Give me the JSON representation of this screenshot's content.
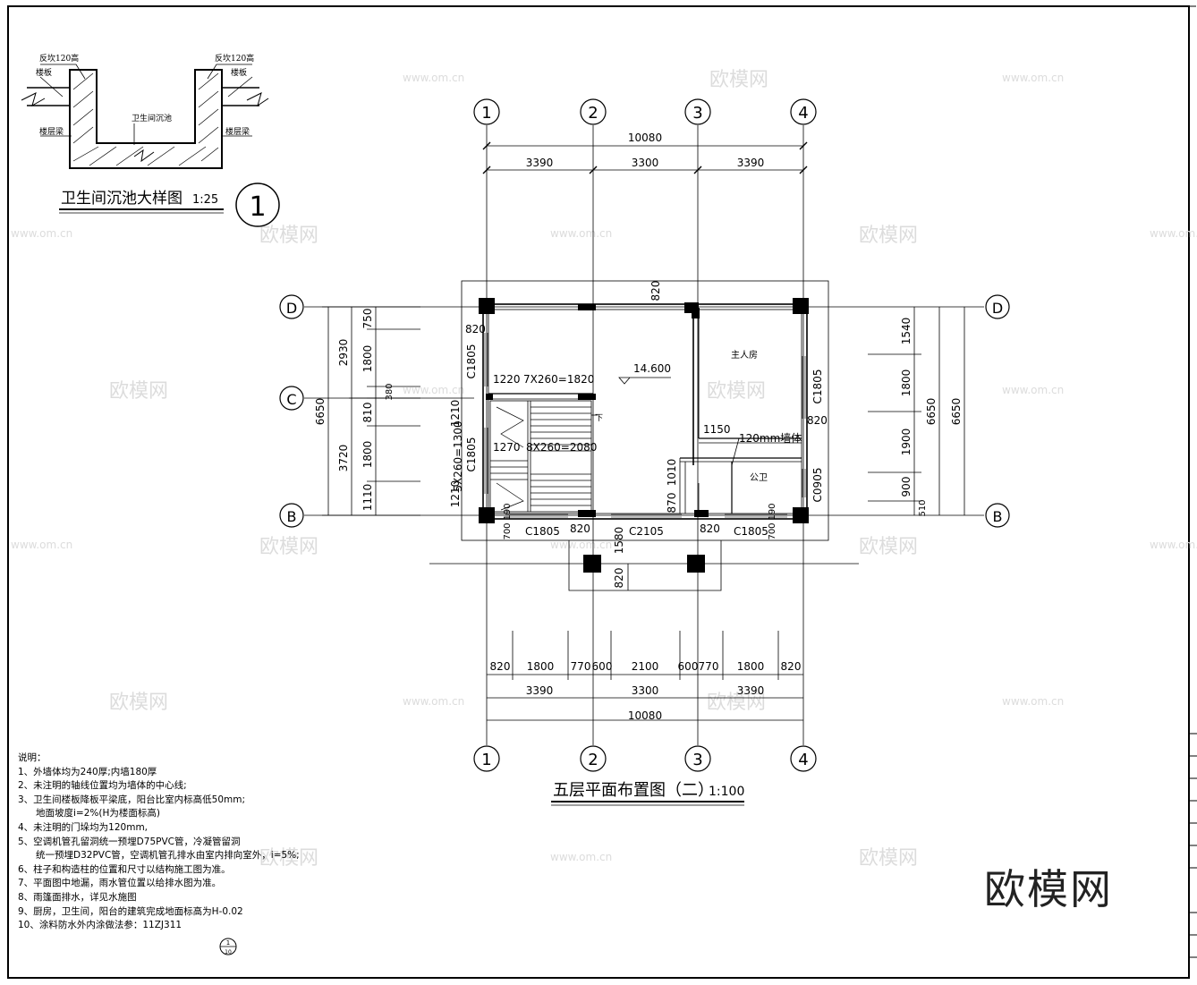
{
  "detail": {
    "title": "卫生间沉池大样图",
    "scale": "1:25",
    "number": "1",
    "labels": {
      "left_top": "反坎120高",
      "right_top": "反坎120高",
      "left_slab": "楼板",
      "right_slab": "楼板",
      "pit": "卫生间沉池",
      "left_beam": "楼层梁",
      "right_beam": "楼层梁"
    }
  },
  "plan": {
    "title": "五层平面布置图（二）",
    "scale": "1:100",
    "axes_h": [
      "1",
      "2",
      "3",
      "4"
    ],
    "axes_v": [
      "D",
      "C",
      "B"
    ],
    "top_dims": {
      "total": "10080",
      "parts": [
        "3390",
        "3300",
        "3390"
      ]
    },
    "bottom_dims": {
      "detail": [
        "820",
        "1800",
        "770",
        "600",
        "2100",
        "600",
        "770",
        "1800",
        "820"
      ],
      "parts": [
        "3390",
        "3300",
        "3390"
      ],
      "total": "10080"
    },
    "left_dims": {
      "total": "6650",
      "parts": [
        "2930",
        "3720"
      ],
      "detail": [
        "750",
        "1800",
        "380",
        "810",
        "1800",
        "1110"
      ]
    },
    "right_dims": {
      "total_outer": "6650",
      "total_inner": "6650",
      "detail": [
        "1540",
        "1800",
        "1900",
        "900",
        "510"
      ]
    },
    "elevation": "14.600",
    "rooms": {
      "master_bedroom": "主人房",
      "bathroom": "公卫"
    },
    "stair": {
      "upper": "7X260=1820",
      "upper_offset": "1220",
      "lower": "8X260=2080",
      "lower_offset": "1270",
      "side": "5X260=1300",
      "side_a": "1210",
      "side_b": "1210",
      "down": "下"
    },
    "wall_note": "120mm墙体",
    "windows": {
      "left_upper": "C1805",
      "left_lower": "C1805",
      "right_upper": "C1805",
      "right_lower": "C0905",
      "bottom_left": "C1805",
      "bottom_mid": "C2105",
      "bottom_right": "C1805"
    },
    "misc_dims": {
      "d820_top": "820",
      "d820_left": "820",
      "d820_right": "820",
      "d1150": "1150",
      "d1010": "1010",
      "d870": "870",
      "d190_left": "190",
      "d190_right": "190",
      "d700_left": "700",
      "d700_right": "700",
      "d820_bl": "820",
      "d820_br": "820",
      "d1580": "1580",
      "d820_canopy": "820"
    }
  },
  "notes": {
    "heading": "说明：",
    "items": [
      "1、外墙体均为240厚;内墙180厚",
      "2、未注明的轴线位置均为墙体的中心线;",
      "3、卫生间楼板降板平梁底，阳台比室内标高低50mm;",
      "地面坡度i=2%(H为楼面标高)",
      "4、未注明的门垛均为120mm,",
      "5、空调机管孔留洞统一预埋D75PVC管，冷凝管留洞",
      "统一预埋D32PVC管，空调机管孔排水由室内排向室外，i=5%;",
      "6、柱子和构造柱的位置和尺寸以结构施工图为准。",
      "7、平面图中地漏，雨水管位置以给排水图为准。",
      "8、雨篷面排水，详见水施图",
      "9、厨房，卫生间，阳台的建筑完成地面标高为H-0.02",
      "10、涂料防水外内涂做法参：11ZJ311"
    ],
    "ref_top": "1",
    "ref_bottom": "10"
  },
  "watermark": {
    "big": "欧模网",
    "small": "欧模网",
    "url": "www.om.cn"
  }
}
